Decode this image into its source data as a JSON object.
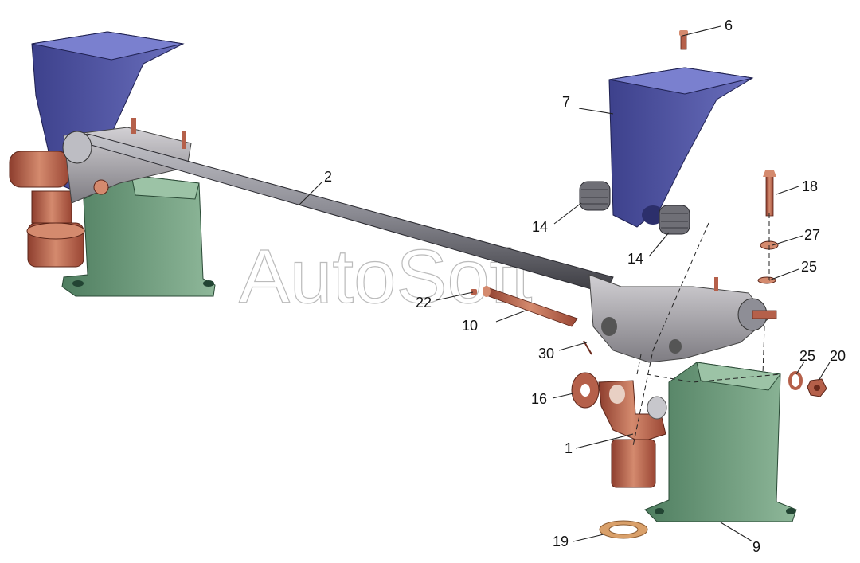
{
  "watermark": "AutoSoft",
  "callouts": {
    "c1": "1",
    "c2": "2",
    "c6": "6",
    "c7": "7",
    "c9": "9",
    "c10": "10",
    "c14a": "14",
    "c14b": "14",
    "c16": "16",
    "c18": "18",
    "c19": "19",
    "c20": "20",
    "c22": "22",
    "c25a": "25",
    "c25b": "25",
    "c27": "27",
    "c30": "30"
  },
  "colors": {
    "bracket_blue": "#4a4f9e",
    "bracket_blue_dark": "#2c2f6b",
    "support_green": "#6f9a7c",
    "support_green_dark": "#3f6a50",
    "bushing_copper": "#b5604a",
    "bushing_copper_light": "#d48a6e",
    "axle_gray": "#8e8e96",
    "arm_gray": "#a9a7ab",
    "washer_tan": "#d9a06a"
  }
}
